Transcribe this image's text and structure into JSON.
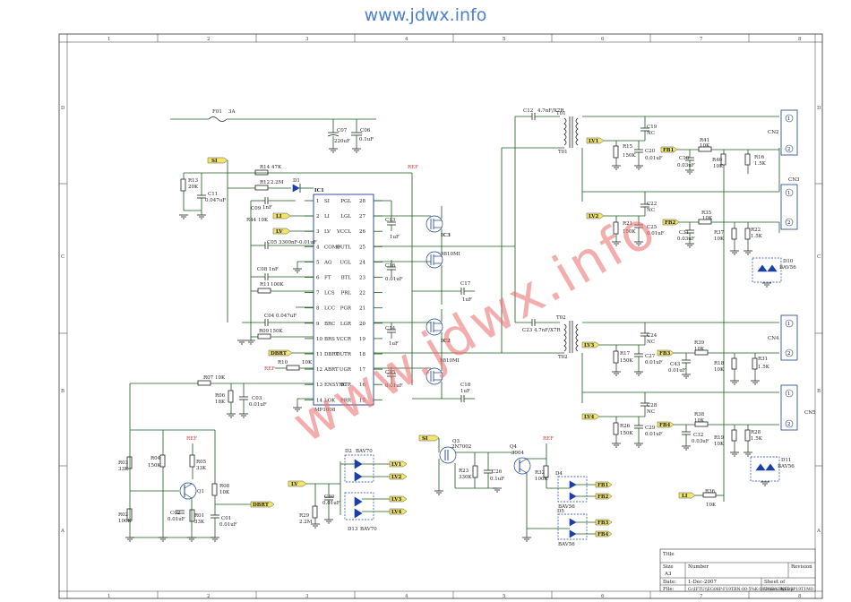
{
  "watermark": {
    "site": "www.jdwx.info",
    "diagonal": "www.jdwx.info"
  },
  "grid": {
    "columns": [
      "1",
      "2",
      "3",
      "4",
      "5",
      "6",
      "7",
      "8"
    ],
    "rows": [
      "D",
      "C",
      "B",
      "A"
    ]
  },
  "ic1": {
    "ref": "IC1",
    "part": "MP1008",
    "left_pins": [
      [
        "1",
        "SI"
      ],
      [
        "2",
        "LI"
      ],
      [
        "3",
        "LV"
      ],
      [
        "4",
        "COMP"
      ],
      [
        "5",
        "AG"
      ],
      [
        "6",
        "FT"
      ],
      [
        "7",
        "LCS"
      ],
      [
        "8",
        "LCC"
      ],
      [
        "9",
        "BRC"
      ],
      [
        "10",
        "BRS"
      ],
      [
        "11",
        "DBRT"
      ],
      [
        "12",
        "ABRT"
      ],
      [
        "13",
        "ENSYNC"
      ],
      [
        "14",
        "LOK"
      ]
    ],
    "right_pins": [
      [
        "28",
        "PGL"
      ],
      [
        "27",
        "LGL"
      ],
      [
        "26",
        "VCCL"
      ],
      [
        "25",
        "OUTL"
      ],
      [
        "24",
        "UGL"
      ],
      [
        "23",
        "BTL"
      ],
      [
        "22",
        "PRL"
      ],
      [
        "21",
        "PGR"
      ],
      [
        "20",
        "LGR"
      ],
      [
        "19",
        "VCCR"
      ],
      [
        "18",
        "OUTR"
      ],
      [
        "17",
        "UGR"
      ],
      [
        "16",
        "BTR"
      ],
      [
        "15",
        "PRR"
      ]
    ]
  },
  "components": {
    "f01": [
      "F01",
      "3A"
    ],
    "c07": [
      "C07",
      "220uF"
    ],
    "c06": [
      "C06",
      "0.1uF"
    ],
    "r14": [
      "R14",
      "47K"
    ],
    "r12": [
      "R12",
      "2.2M"
    ],
    "d1": "D1",
    "r13": [
      "R13",
      "20K"
    ],
    "c11": [
      "C11",
      "0.047uF"
    ],
    "c09": [
      "C09",
      "1nF"
    ],
    "r44": [
      "R44",
      "10K"
    ],
    "c05": [
      "C05",
      "3300nF-0.01uF"
    ],
    "c08": [
      "C08",
      "1nF"
    ],
    "r11": [
      "R11",
      "100K"
    ],
    "c04": [
      "C04",
      "0.047uF"
    ],
    "r09": [
      "R09",
      "150K"
    ],
    "r10": [
      "R10",
      "10K"
    ],
    "r07": [
      "R07",
      "10K"
    ],
    "r06": [
      "R06",
      "18K"
    ],
    "c03": [
      "C03",
      "0.01uF"
    ],
    "c12": [
      "C12",
      "4.7nF/X7R"
    ],
    "t01": [
      "T01",
      "T01"
    ],
    "t02": [
      "T02",
      "T02"
    ],
    "c13": [
      "C13",
      "1uF"
    ],
    "c16": [
      "C16",
      "0.01uF"
    ],
    "c17": [
      "C17",
      "1uF"
    ],
    "c14": [
      "C14",
      "1uF"
    ],
    "c15": [
      "C15",
      "0.01uF"
    ],
    "c18": [
      "C18",
      "1uF"
    ],
    "ic3": "IC3",
    "ic2": "IC2",
    "mos3": "9810MI",
    "mos2": "9810MI",
    "c23": [
      "C23",
      "4.7nF/X7R"
    ],
    "c19": [
      "C19",
      "NC"
    ],
    "r15": [
      "R15",
      "150K"
    ],
    "c20": [
      "C20",
      "0.01uF"
    ],
    "c22": [
      "C22",
      "NC"
    ],
    "r21": [
      "R21",
      "150K"
    ],
    "c25": [
      "C25",
      "0.01uF"
    ],
    "c24": [
      "C24",
      "NC"
    ],
    "r17": [
      "R17",
      "150K"
    ],
    "c27": [
      "C27",
      "0.01uF"
    ],
    "c28": [
      "C28",
      "NC"
    ],
    "r26": [
      "R26",
      "150K"
    ],
    "c29": [
      "C29",
      "0.01uF"
    ],
    "r41": [
      "R41",
      "10K"
    ],
    "c10": [
      "C10",
      "0.03uF"
    ],
    "r40": [
      "R40",
      "10K"
    ],
    "r16": [
      "R16",
      "1.5K"
    ],
    "r35": [
      "R35",
      "10K"
    ],
    "c31": [
      "C31",
      "0.03uF"
    ],
    "r37": [
      "R37",
      "10K"
    ],
    "r22": [
      "R22",
      "1.5K"
    ],
    "r39": [
      "R39",
      "10K"
    ],
    "c43": [
      "C43",
      "0.01uF"
    ],
    "r18": [
      "R18",
      "10K"
    ],
    "r31": [
      "R31",
      "1.5K"
    ],
    "r38": [
      "R38",
      "10K"
    ],
    "c32": [
      "C32",
      "0.03uF"
    ],
    "r19": [
      "R19",
      "10K"
    ],
    "r28": [
      "R28",
      "1.5K"
    ],
    "d10": [
      "D10",
      "BAV56"
    ],
    "d11": [
      "D11",
      "BAV56"
    ],
    "r36": [
      "R36",
      "10K"
    ],
    "r03": [
      "R03",
      "33K"
    ],
    "r02": [
      "R02",
      "100K"
    ],
    "r04": [
      "R04",
      "150K"
    ],
    "r05": [
      "R05",
      "33K"
    ],
    "q1": "Q1",
    "r08": [
      "R08",
      "10K"
    ],
    "c02": [
      "C02",
      "0.01uF"
    ],
    "r01": [
      "R01",
      "33K"
    ],
    "c01": [
      "C01",
      "0.01uF"
    ],
    "d2": [
      "D2",
      "BAV70"
    ],
    "d13": [
      "D13",
      "BAV70"
    ],
    "c30": [
      "C30",
      "0.01uF"
    ],
    "r29": [
      "R29",
      "2.2M"
    ],
    "q3": [
      "Q3",
      "2N7002"
    ],
    "r23": [
      "R23",
      "330K"
    ],
    "c26": [
      "C26",
      "0.1uF"
    ],
    "q4": [
      "Q4",
      "3904"
    ],
    "r32": [
      "R32",
      "100K"
    ],
    "d4": [
      "D4",
      "BAV56"
    ],
    "d5": [
      "D5",
      "BAV56"
    ]
  },
  "connectors": {
    "cn2": "CN2",
    "cn3": "CN3",
    "cn4": "CN4",
    "cn5": "CN5",
    "p1": "1",
    "p2": "2"
  },
  "nets": {
    "si": "SI",
    "li": "LI",
    "lv": "LV",
    "ref": "REF",
    "dbrt": "DBRT",
    "lv1": "LV1",
    "lv2": "LV2",
    "lv3": "LV3",
    "lv4": "LV4",
    "fb1": "FB1",
    "fb2": "FB2",
    "fb3": "FB3",
    "fb4": "FB4"
  },
  "title_block": {
    "title": "Title",
    "size_label": "Size",
    "size": "A3",
    "number_label": "Number",
    "revision_label": "Revision",
    "date_label": "Date:",
    "date": "1-Dec-2007",
    "file_label": "File:",
    "file": "G:\\IFTU\\\\EG08P-F19TBN-00-5%K-08\\F0D12A-Ex.p",
    "sheet_label": "Sheet of",
    "drawn_label": "Drawn By:",
    "drawn": "XSDSP19T1M0"
  }
}
